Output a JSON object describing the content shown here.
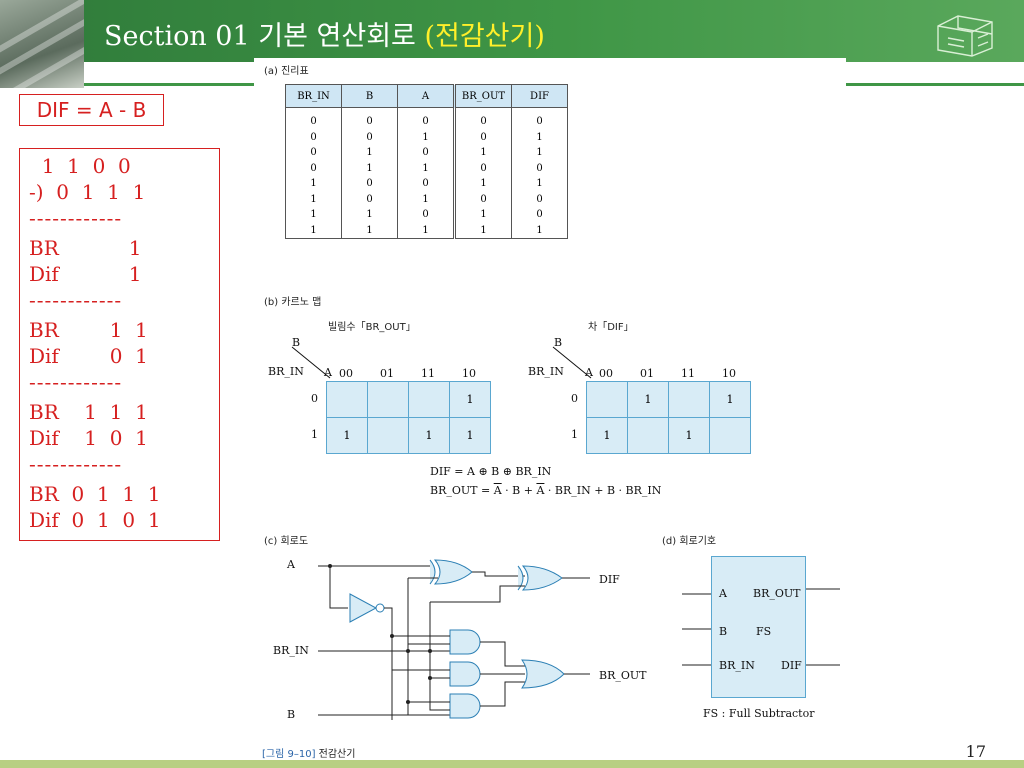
{
  "title": {
    "prefix": "Section 01 기본 연산회로 ",
    "highlight": "(전감산기)"
  },
  "dif_formula": "DIF = A - B",
  "calc_lines": [
    "  1  1  0  0",
    "-)  0  1  1  1",
    "------------",
    "BR           1",
    "Dif           1",
    "------------",
    "BR        1  1",
    "Dif        0  1",
    "------------",
    "BR    1  1  1",
    "Dif    1  0  1",
    "------------",
    "BR  0  1  1  1",
    "Dif  0  1  0  1"
  ],
  "truth_table": {
    "caption": "(a) 진리표",
    "headers": [
      "BR_IN",
      "B",
      "A",
      "BR_OUT",
      "DIF"
    ],
    "rows": [
      [
        "0",
        "0",
        "0",
        "0",
        "0"
      ],
      [
        "0",
        "0",
        "1",
        "0",
        "1"
      ],
      [
        "0",
        "1",
        "0",
        "1",
        "1"
      ],
      [
        "0",
        "1",
        "1",
        "0",
        "0"
      ],
      [
        "1",
        "0",
        "0",
        "1",
        "1"
      ],
      [
        "1",
        "0",
        "1",
        "0",
        "0"
      ],
      [
        "1",
        "1",
        "0",
        "1",
        "0"
      ],
      [
        "1",
        "1",
        "1",
        "1",
        "1"
      ]
    ]
  },
  "karnaugh": {
    "caption": "(b) 카르노 맵",
    "left": {
      "title": "빌림수「BR_OUT」",
      "row_var": "BR_IN",
      "col_var_a": "A",
      "col_var_b": "B",
      "col_labels": [
        "00",
        "01",
        "11",
        "10"
      ],
      "row_labels": [
        "0",
        "1"
      ],
      "cells": [
        [
          "",
          "",
          "",
          "1"
        ],
        [
          "1",
          "",
          "1",
          "1"
        ]
      ]
    },
    "right": {
      "title": "차「DIF」",
      "row_var": "BR_IN",
      "col_var_a": "A",
      "col_var_b": "B",
      "col_labels": [
        "00",
        "01",
        "11",
        "10"
      ],
      "row_labels": [
        "0",
        "1"
      ],
      "cells": [
        [
          "",
          "1",
          "",
          "1"
        ],
        [
          "1",
          "",
          "1",
          ""
        ]
      ]
    },
    "eq_dif": "DIF = A ⊕ B ⊕ BR_IN",
    "eq_brout_lead": "BR_OUT = ",
    "eq_brout_a1": "A",
    "eq_brout_mid": " · B + ",
    "eq_brout_a2": "A",
    "eq_brout_tail": " · BR_IN + B · BR_IN"
  },
  "circuit": {
    "caption": "(c) 회로도",
    "inputs": [
      "A",
      "BR_IN",
      "B"
    ],
    "outputs": [
      "DIF",
      "BR_OUT"
    ]
  },
  "symbol": {
    "caption": "(d) 회로기호",
    "left_pins": [
      "A",
      "B",
      "BR_IN"
    ],
    "right_pins": [
      "BR_OUT",
      "FS",
      "DIF"
    ],
    "note": "FS : Full Subtractor"
  },
  "figure_caption": {
    "number": "[그림 9–10]",
    "text": " 전감산기"
  },
  "page_number": "17",
  "colors": {
    "accent_green": "#3f9646",
    "title_highlight": "#ffef2a",
    "red": "#d62020",
    "cell_blue": "#d8ecf6"
  }
}
